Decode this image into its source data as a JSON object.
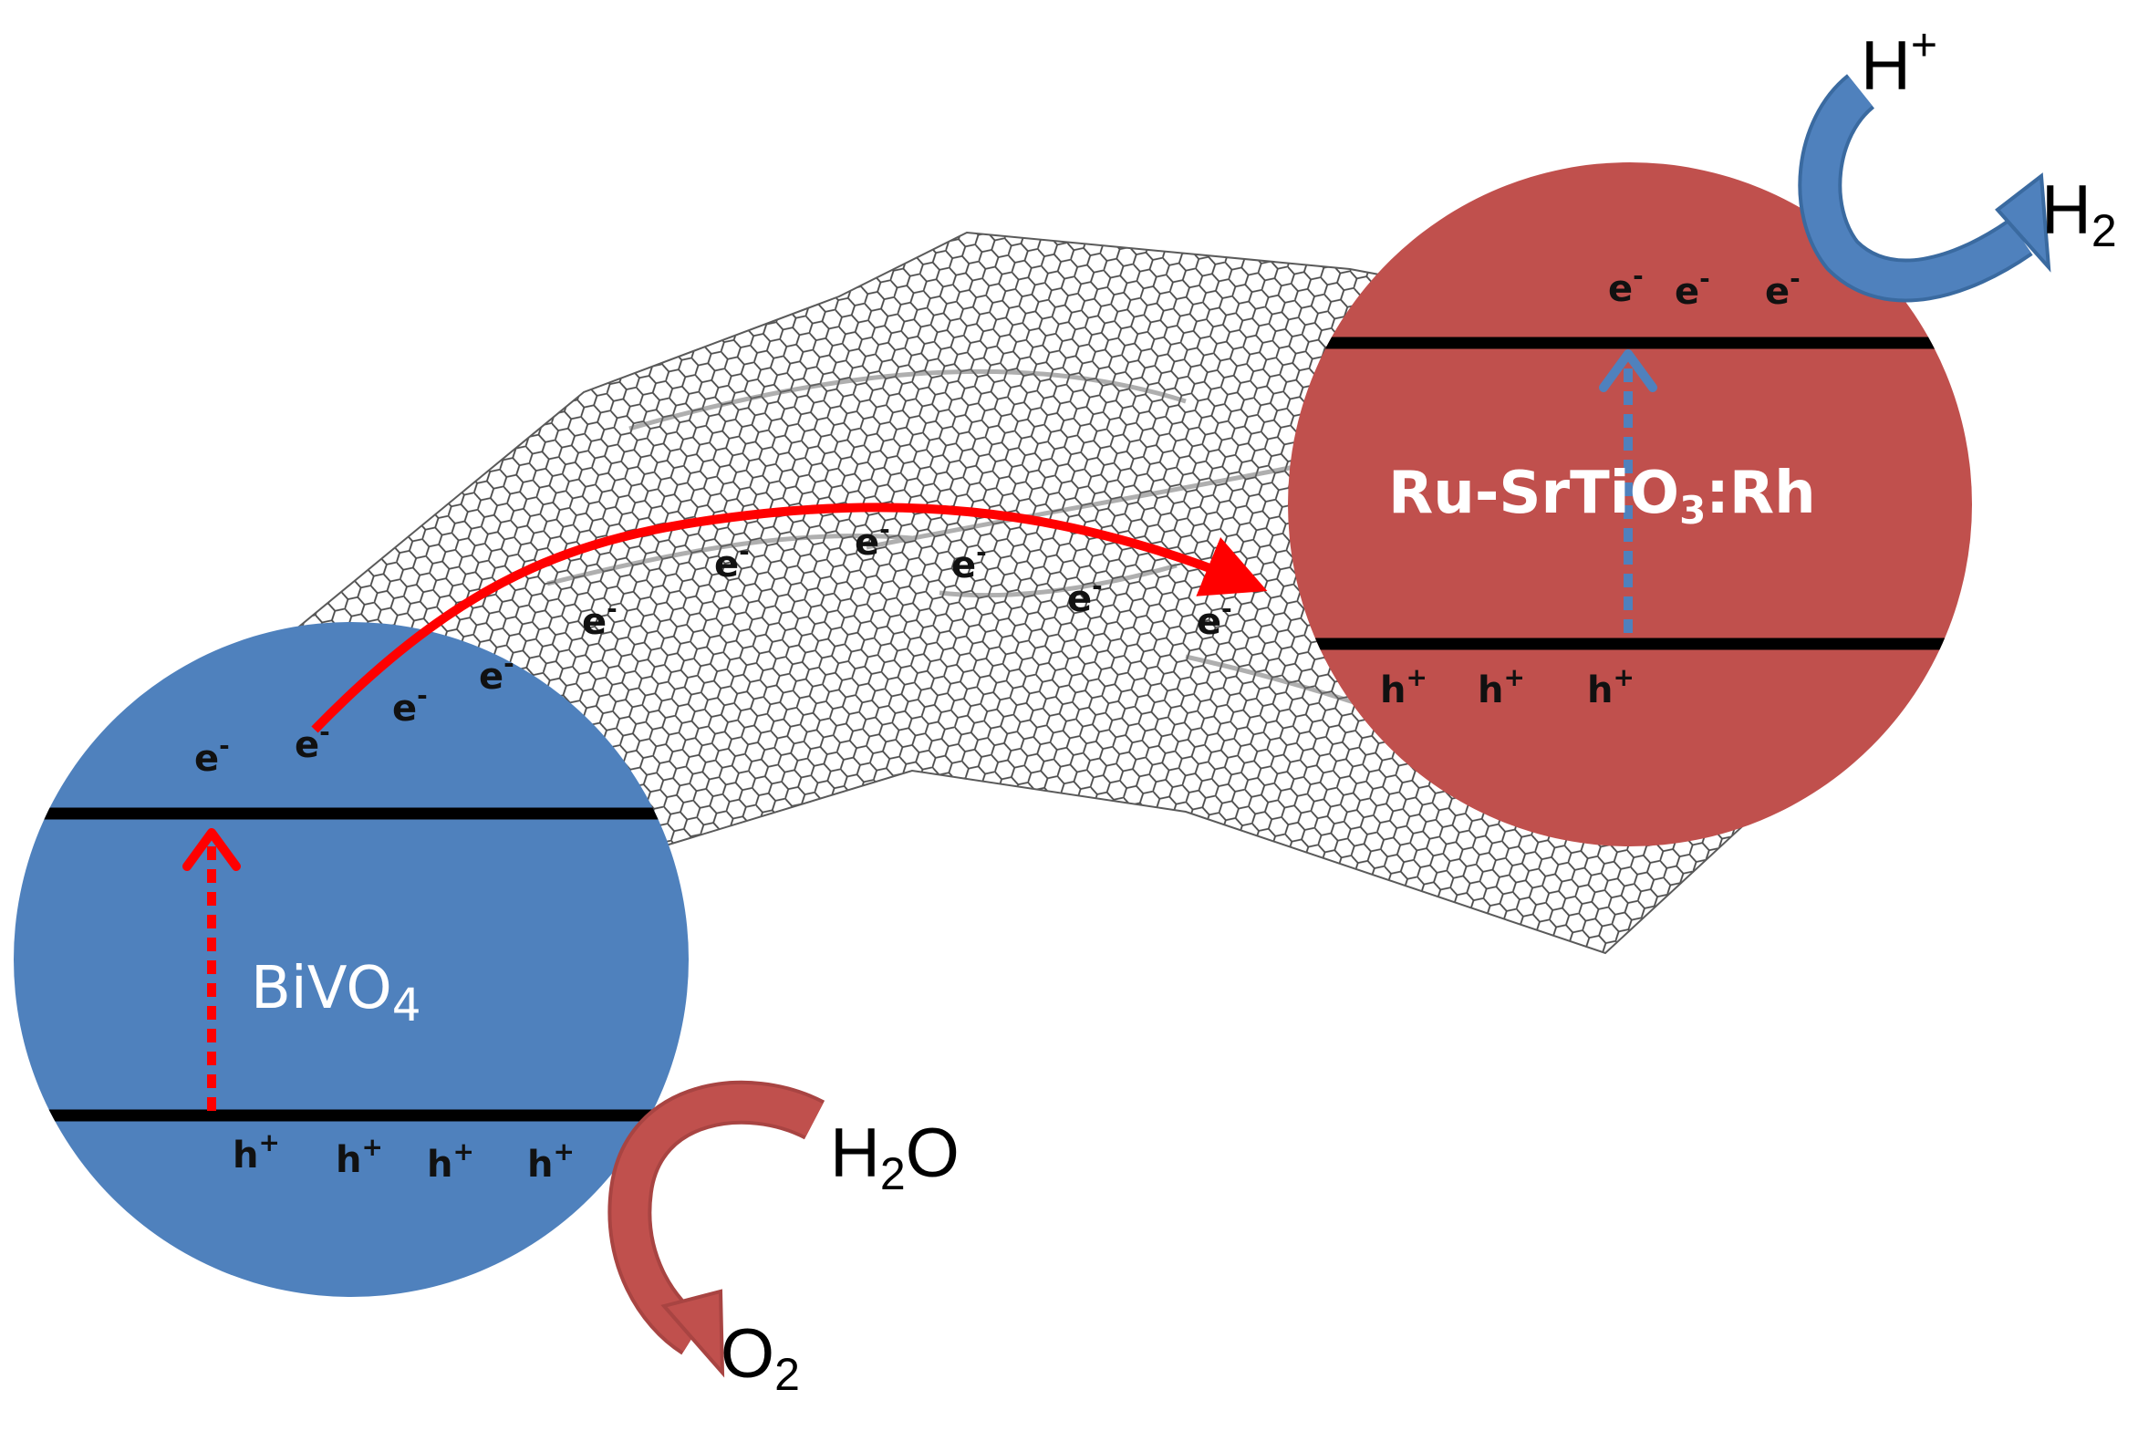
{
  "colors": {
    "bivo4_particle": "#4f81bd",
    "srtio3_particle": "#c0504d",
    "graphene_lines": "#4a4a4a",
    "electron_transfer_arrow": "#ff0000",
    "oxidation_arrow": "#c0504d",
    "reduction_arrow": "#4f81bd",
    "band_edges": "#000000"
  },
  "labels": {
    "bivo4": {
      "main": "BiVO",
      "sub": "4"
    },
    "srtio3": {
      "pre": "Ru-SrTiO",
      "sub": "3",
      "post": ":Rh"
    },
    "h_plus": {
      "main": "H",
      "sup": "+"
    },
    "h2": {
      "main": "H",
      "sub": "2"
    },
    "h2o": {
      "pre": "H",
      "sub": "2",
      "post": "O"
    },
    "o2": {
      "main": "O",
      "sub": "2"
    }
  },
  "carriers": {
    "electron": {
      "main": "e",
      "sup": "-"
    },
    "hole": {
      "main": "h",
      "sup": "+"
    }
  },
  "icons": {
    "graphene": "graphene-sheet-icon",
    "transfer": "electron-transfer-arrow-icon",
    "excitation": "dotted-excitation-arrow-icon"
  }
}
